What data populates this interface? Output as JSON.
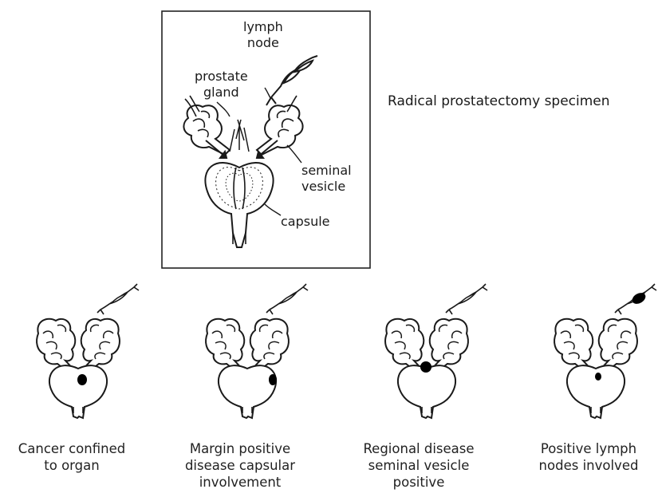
{
  "title": "Radical prostatectomy specimen",
  "specimen_labels": {
    "lymph_node": "lymph\nnode",
    "prostate_gland": "prostate\ngland",
    "seminal_vesicle": "seminal\nvesicle",
    "capsule": "capsule"
  },
  "stages": [
    {
      "caption": "Cancer confined\nto organ",
      "tumor": "organ"
    },
    {
      "caption": "Margin positive\ndisease capsular\ninvolvement",
      "tumor": "margin"
    },
    {
      "caption": "Regional disease\nseminal vesicle\npositive",
      "tumor": "vesicle"
    },
    {
      "caption": "Positive lymph\nnodes involved",
      "tumor": "node"
    }
  ],
  "colors": {
    "ink": "#1a1a1a",
    "tumor": "#000000",
    "frame": "#222222"
  }
}
